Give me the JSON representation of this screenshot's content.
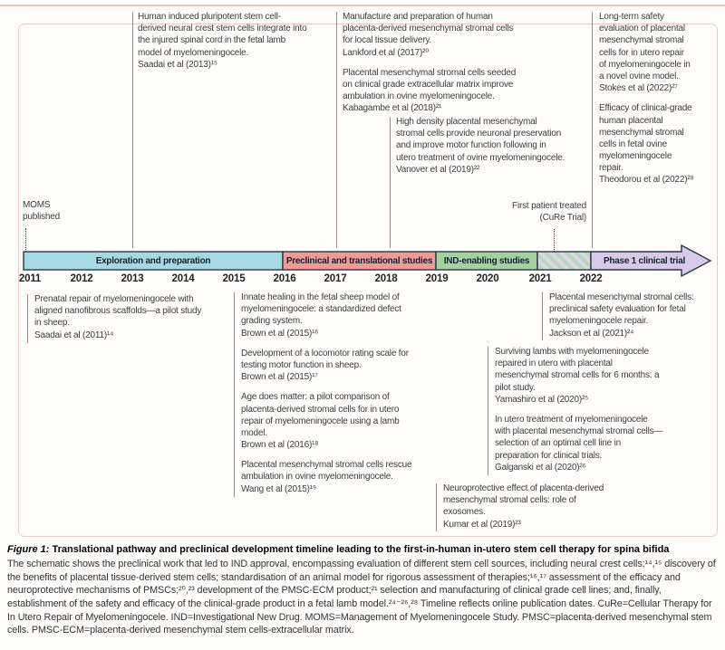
{
  "timeline": {
    "phases": [
      {
        "label": "Exploration and preparation",
        "color": "#a7d9e4"
      },
      {
        "label": "Preclinical and translational studies",
        "color": "#ee9a96"
      },
      {
        "label": "IND-enabling studies",
        "color": "#a5d1a1"
      },
      {
        "label": "Phase 1 clinical trial",
        "color": "#d8c8ea"
      }
    ],
    "years": [
      "2011",
      "2012",
      "2013",
      "2014",
      "2015",
      "2016",
      "2017",
      "2018",
      "2019",
      "2020",
      "2021",
      "2022"
    ]
  },
  "events": {
    "moms": {
      "text": "MOMS\npublished"
    },
    "cure": {
      "text": "First patient treated\n(CuRe Trial)"
    }
  },
  "annotations_above": [
    {
      "entries": [
        {
          "text": "Human induced pluripotent stem cell-\nderived neural crest stem cells integrate into\nthe injured spinal cord in the fetal lamb\nmodel of myelomeningocele.",
          "ref": "Saadai et al (2013)¹⁵"
        }
      ]
    },
    {
      "entries": [
        {
          "text": "Manufacture and preparation of human\nplacenta-derived mesenchymal stromal cells\nfor local tissue delivery.",
          "ref": "Lankford et al (2017)²⁰"
        },
        {
          "text": "Placental mesenchymal stromal cells seeded\non clinical grade extracellular matrix improve\nambulation in ovine myelomeningocele.",
          "ref": "Kabagambe et al (2018)²¹"
        }
      ]
    },
    {
      "entries": [
        {
          "text": "High density placental mesenchymal\nstromal cells provide neuronal preservation\nand improve motor function following in\nutero treatment of ovine myelomeningocele.",
          "ref": "Vanover et al (2019)²²"
        }
      ]
    },
    {
      "entries": [
        {
          "text": "Long-term safety\nevaluation of placental\nmesenchymal stromal\ncells for in utero repair\nof myelomeningocele in\na novel ovine model.",
          "ref": "Stokes et al (2022)²⁷"
        },
        {
          "text": "Efficacy of clinical-grade\nhuman placental\nmesenchymal stromal\ncells in fetal ovine\nmyelomeningocele\nrepair.",
          "ref": "Theodorou et al (2022)²⁸"
        }
      ]
    }
  ],
  "annotations_below": [
    {
      "entries": [
        {
          "text": "Prenatal repair of myelomeningocele with\naligned nanofibrous scaffolds—a pilot study\nin sheep.",
          "ref": "Saadai et al (2011)¹⁴"
        }
      ]
    },
    {
      "entries": [
        {
          "text": "Innate healing in the fetal sheep model of\nmyelomeningocele: a standardized defect\ngrading system.",
          "ref": "Brown et al (2015)¹⁶"
        },
        {
          "text": "Development of a locomotor rating scale for\ntesting motor function in sheep.",
          "ref": "Brown et al (2015)¹⁷"
        },
        {
          "text": "Age does matter: a pilot comparison of\nplacenta-derived stromal cells for in utero\nrepair of myelomeningocele using a lamb\nmodel.",
          "ref": "Brown et al (2016)¹⁸"
        },
        {
          "text": "Placental mesenchymal stromal cells rescue\nambulation in ovine myelomeningocele.",
          "ref": "Wang et al (2015)¹⁹"
        }
      ]
    },
    {
      "entries": [
        {
          "text": "Placental mesenchymal stromal cells:\npreclinical safety evaluation for fetal\nmyelomeningocele repair.",
          "ref": "Jackson et al (2021)²⁴"
        }
      ]
    },
    {
      "entries": [
        {
          "text": "Surviving lambs with myelomeningocele\nrepaired in utero with placental\nmesenchymal stromal cells for 6 months: a\npilot study.",
          "ref": "Yamashiro et al (2020)²⁵"
        },
        {
          "text": "In utero treatment of myelomeningocele\nwith placental mesenchymal stromal cells—\nselection of an optimal cell line in\npreparation for clinical trials.",
          "ref": "Galganski et al (2020)²⁶"
        }
      ]
    },
    {
      "entries": [
        {
          "text": "Neuroprotective effect of placenta-derived\nmesenchymal stromal cells: role of\nexosomes.",
          "ref": "Kumar et al (2019)²³"
        }
      ]
    }
  ],
  "caption": {
    "figure_label": "Figure 1:",
    "title": "Translational pathway and preclinical development timeline leading to the first-in-human in-utero stem cell therapy for spina bifida",
    "body": "The schematic shows the preclinical work that led to IND approval, encompassing evaluation of different stem cell sources, including neural crest cells;¹⁴,¹⁵ discovery of the benefits of placental tissue-derived stem cells; standardisation of an animal model for rigorous assessment of therapies;¹⁶,¹⁷ assessment of the efficacy and neuroprotective mechanisms of PMSCs;²⁰,²³ development of the PMSC-ECM product;²¹ selection and manufacturing of clinical grade cell lines; and, finally, establishment of the safety and efficacy of the clinical-grade product in a fetal lamb model.²⁴⁻²⁶,²⁸ Timeline reflects online publication dates. CuRe=Cellular Therapy for In Utero Repair of Myelomeningocele. IND=Investigational New Drug. MOMS=Management of Myelomeningocele Study. PMSC=placenta-derived mesenchymal stem cells. PMSC-ECM=placenta-derived mesenchymal stem cells-extracellular matrix."
  }
}
